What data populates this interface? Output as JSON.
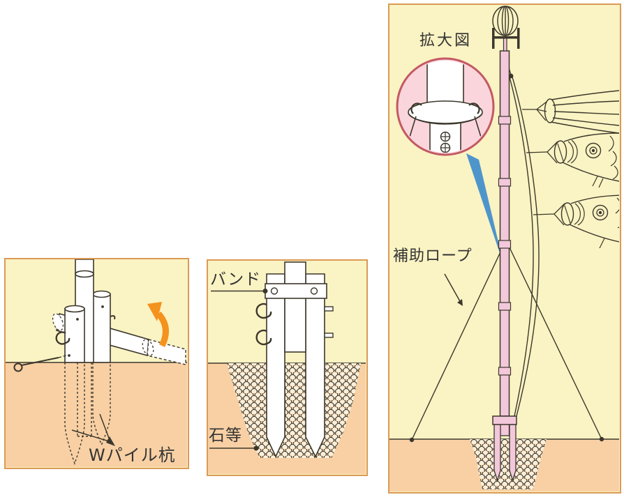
{
  "labels": {
    "enlarged_view": "拡大図",
    "auxiliary_rope": "補助ロープ",
    "band": "バンド",
    "stones": "石等",
    "w_pile_stake": "Wパイル杭"
  },
  "colors": {
    "page_bg": "#ffffff",
    "panel_yellow": "#FAF3C3",
    "ground_orange": "#F8D0A4",
    "panel_border": "#DB9A55",
    "pole_pink": "#F3C8DB",
    "circle_pink": "#FAD5DC",
    "circle_border": "#C25963",
    "pointer_blue": "#4E95CB",
    "arrow_orange": "#F4921E",
    "line_dark": "#3C372C",
    "gravel_fill": "#FBEFDA",
    "text_dark": "#333333"
  }
}
